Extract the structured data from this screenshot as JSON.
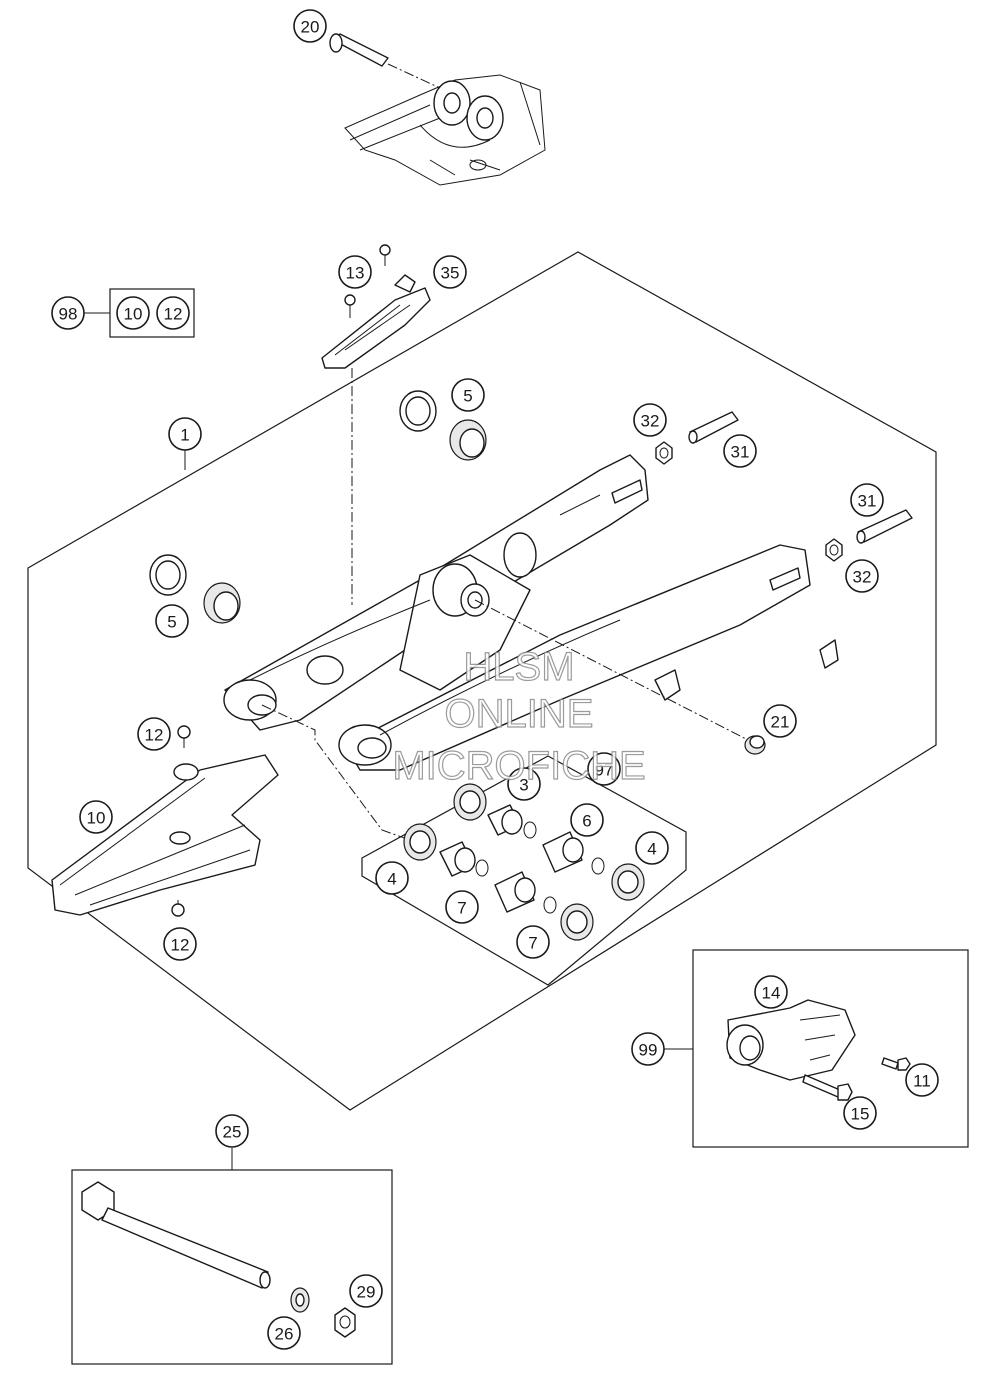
{
  "callouts": {
    "c1": "1",
    "c3": "3",
    "c4a": "4",
    "c4b": "4",
    "c5a": "5",
    "c5b": "5",
    "c6": "6",
    "c7a": "7",
    "c7b": "7",
    "c10": "10",
    "c10k": "10",
    "c11": "11",
    "c12a": "12",
    "c12b": "12",
    "c12k": "12",
    "c13": "13",
    "c14": "14",
    "c15": "15",
    "c20": "20",
    "c21": "21",
    "c25": "25",
    "c26": "26",
    "c29": "29",
    "c31a": "31",
    "c31b": "31",
    "c32a": "32",
    "c32b": "32",
    "c35": "35",
    "c97": "97",
    "c98": "98",
    "c99": "99"
  },
  "watermark": {
    "line1": "HLSM",
    "line2": "ONLINE",
    "line3": "MICROFICHE"
  }
}
